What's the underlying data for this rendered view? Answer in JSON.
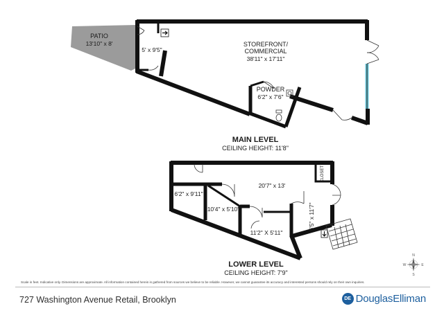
{
  "main_level": {
    "title": "MAIN LEVEL",
    "ceiling": "CEILING HEIGHT: 11'8\"",
    "patio": {
      "name": "PATIO",
      "dims": "13'10\" x 8'"
    },
    "vestibule": {
      "dims": "5' x 9'5\""
    },
    "storefront": {
      "name_line1": "STOREFRONT/",
      "name_line2": "COMMERCIAL",
      "dims": "38'11\" x 17'11\""
    },
    "powder": {
      "name": "POWDER",
      "dims": "6'2\" x 7'6\""
    }
  },
  "lower_level": {
    "title": "LOWER LEVEL",
    "ceiling": "CEILING HEIGHT: 7'9\"",
    "rooms": {
      "a": "6'2\" x 9'11\"",
      "b": "10'4\" x 5'10\"",
      "c": "20'7\" x 13'",
      "d": "11'2\" X 5'11\"",
      "e": "6'5\" x 11'7\""
    },
    "closet": "CLOSET"
  },
  "compass": {
    "n": "N",
    "s": "S",
    "e": "E",
    "w": "W"
  },
  "disclaimer": "Scale in feet. Indicative only. Dimensions are approximate. All information contained herein is gathered from sources we believe to be reliable. However, we cannot guarantee its accuracy and interested persons should rely on their own inquiries.",
  "footer": {
    "listing_title": "727 Washington Avenue Retail, Brooklyn",
    "brand_name": "DouglasElliman",
    "brand_mark": "DE",
    "brand_color": "#1d5f9e"
  },
  "colors": {
    "wall": "#111111",
    "patio": "#9b9b9b",
    "window": "#6ec6d8"
  }
}
